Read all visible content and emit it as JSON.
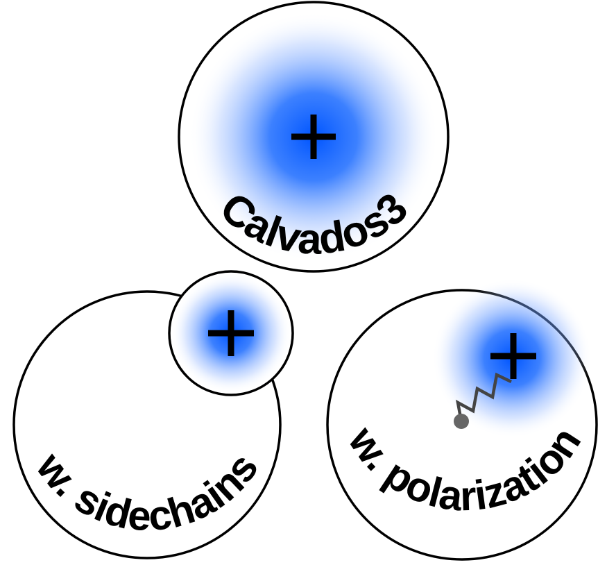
{
  "labels": {
    "top": "Calvados3",
    "left": "w. sidechains",
    "right": "w. polarization"
  },
  "colors": {
    "charge_center": "#0055ff",
    "charge_edge": "#ffffff",
    "outline": "#000000",
    "spring": "#444444",
    "anchor": "#666666"
  },
  "icons": {
    "charge": "plus-sign",
    "spring": "zigzag-spring",
    "anchor": "dot"
  }
}
